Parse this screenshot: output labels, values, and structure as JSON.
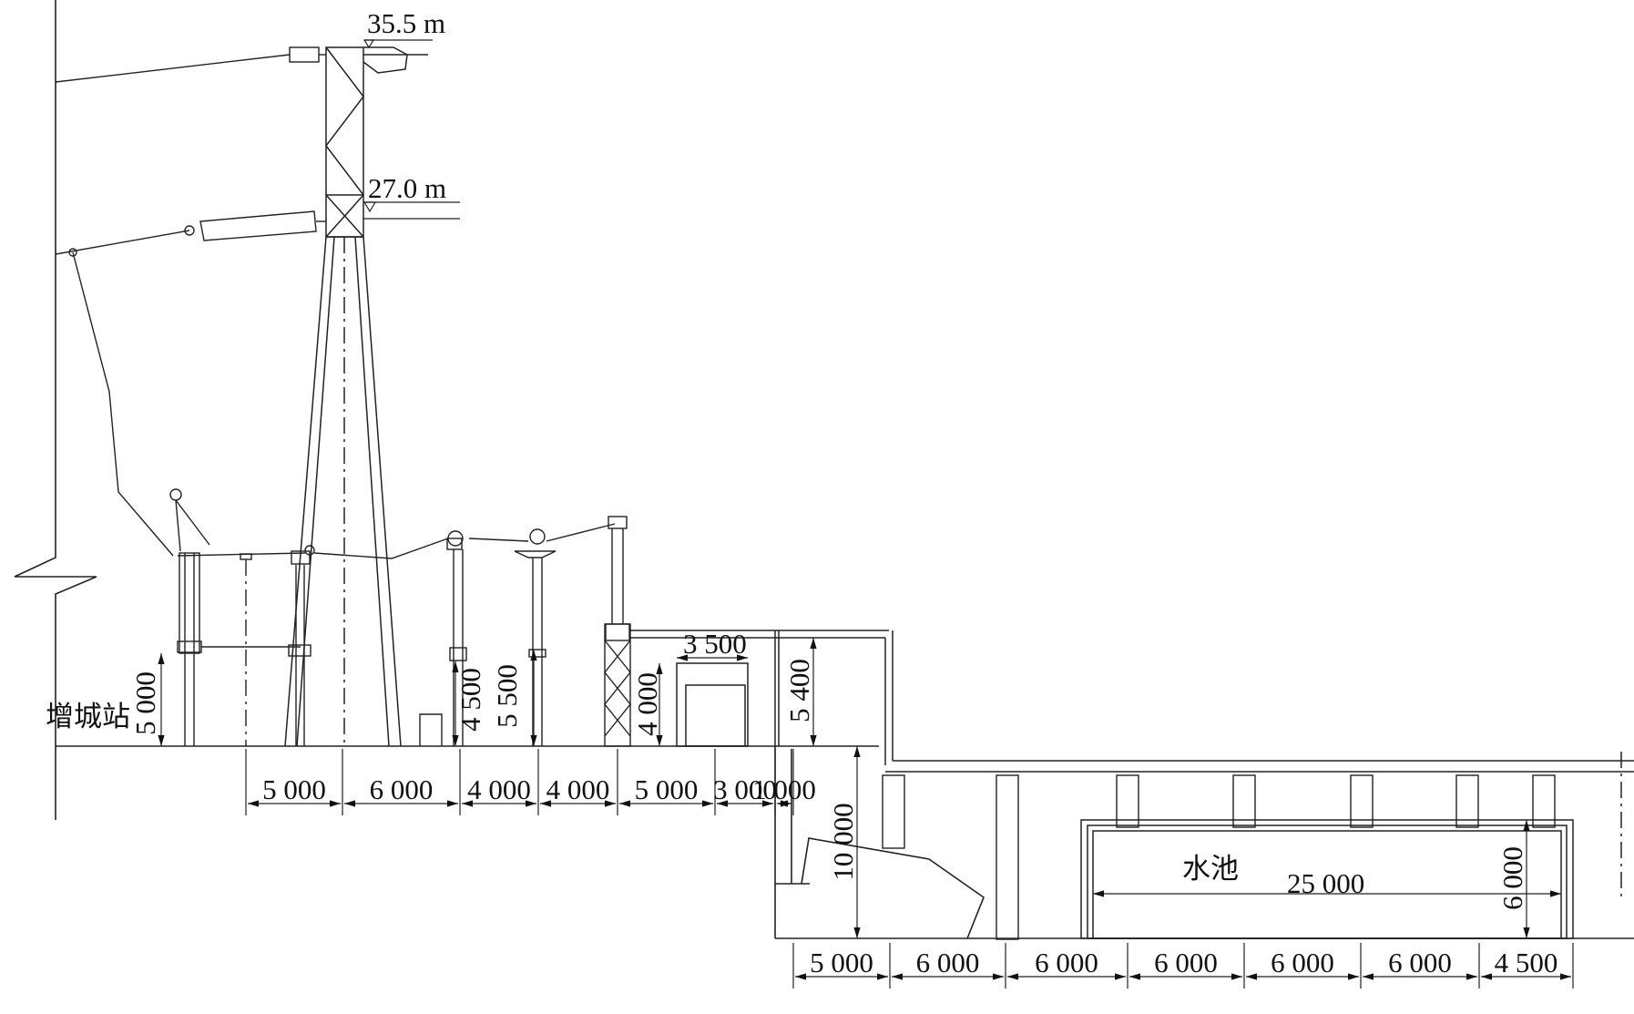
{
  "elevations": {
    "top": "35.5 m",
    "mid": "27.0 m"
  },
  "labels": {
    "station": "增城站",
    "pool": "水池"
  },
  "heights": {
    "h_5000": "5 000",
    "h_4500": "4 500",
    "h_5500": "5 500",
    "h_4000": "4 000",
    "h_5400": "5 400",
    "h_10000": "10 000",
    "h_6000": "6 000"
  },
  "inline_dims": {
    "d_3500": "3 500",
    "d_25000": "25 000"
  },
  "upper_dims": [
    "5 000",
    "6 000",
    "4 000",
    "4 000",
    "5 000",
    "3 000",
    "1 000"
  ],
  "lower_dims": [
    "5 000",
    "6 000",
    "6 000",
    "6 000",
    "6 000",
    "6 000",
    "4 500"
  ]
}
